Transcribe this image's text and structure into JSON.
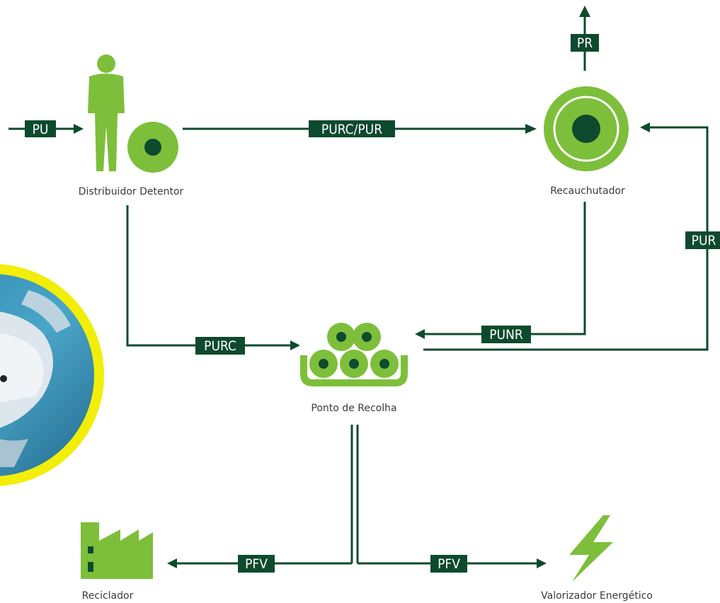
{
  "nodes": {
    "distribuidor": "Distribuidor Detentor",
    "recauchutador": "Recauchutador",
    "ponto_recolha": "Ponto de Recolha",
    "reciclador": "Reciclador",
    "valorizador": "Valorizador Energético"
  },
  "flows": {
    "pu": "PU",
    "purc_pur": "PURC/PUR",
    "pr": "PR",
    "pur": "PUR",
    "purc": "PURC",
    "punr": "PUNR",
    "pfv_left": "PFV",
    "pfv_right": "PFV"
  },
  "icons": {
    "person": "person-icon",
    "tire": "tire-icon",
    "retread": "retread-tire-icon",
    "tire_stack": "tire-stack-icon",
    "factory": "factory-icon",
    "lightning": "lightning-bolt-icon",
    "photo": "circular-photo"
  },
  "colors": {
    "dark_green": "#0e4a2e",
    "light_green": "#7dbf3a",
    "photo_border": "#f2ee0a"
  }
}
